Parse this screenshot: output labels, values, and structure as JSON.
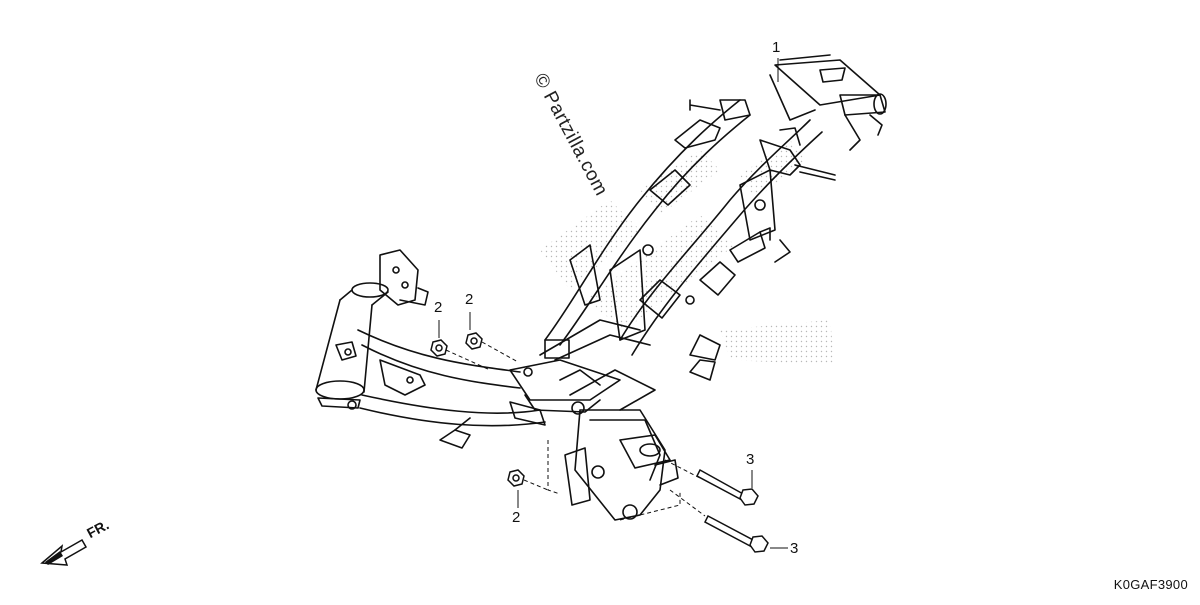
{
  "diagram": {
    "callouts": [
      {
        "id": "callout-1",
        "label": "1"
      },
      {
        "id": "callout-2a",
        "label": "2"
      },
      {
        "id": "callout-2b",
        "label": "2"
      },
      {
        "id": "callout-2c",
        "label": "2"
      },
      {
        "id": "callout-3a",
        "label": "3"
      },
      {
        "id": "callout-3b",
        "label": "3"
      }
    ],
    "watermark": "© Partzilla.com",
    "direction_label": "FR.",
    "diagram_code": "K0GAF3900"
  }
}
